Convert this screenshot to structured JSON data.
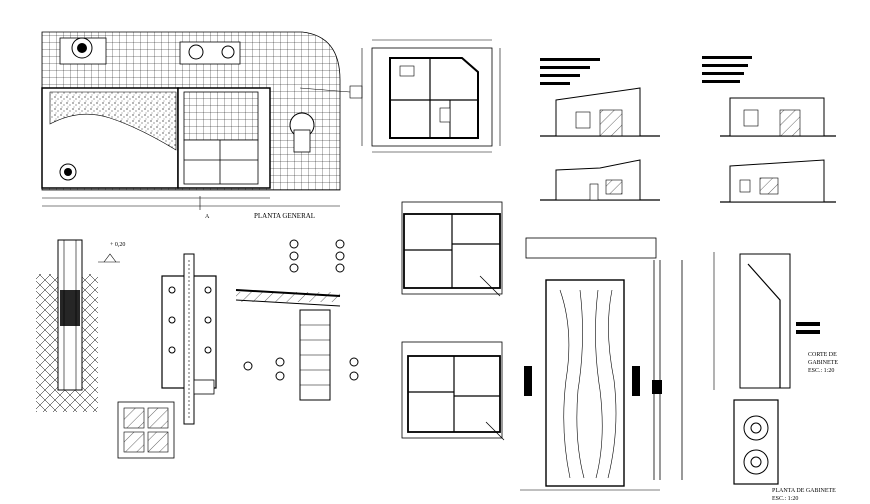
{
  "labels": {
    "planta_general": "PLANTA GENERAL",
    "section_mark_a": "A",
    "level_mark": "+ 0,20",
    "corte_line1": "CORTE DE",
    "corte_line2": "GABINETE",
    "corte_scale": "ESC.: 1:20",
    "planta_gab": "PLANTA DE GABINETE",
    "planta_gab_scale": "ESC.: 1:20"
  },
  "colors": {
    "ink": "#000000",
    "paper": "#ffffff",
    "hatch": "#444444"
  }
}
